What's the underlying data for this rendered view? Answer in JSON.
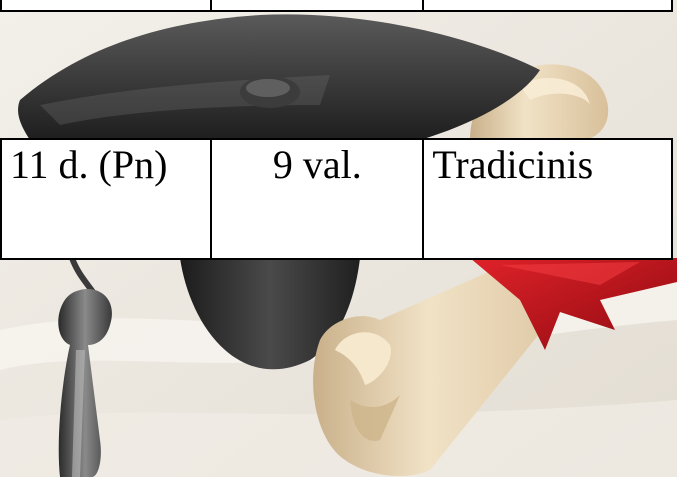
{
  "schedule_rows": [
    {
      "date": "11 d. (Pn)",
      "time": "9 val.",
      "type": "Tradicinis"
    }
  ],
  "colors": {
    "background": "#ece8e2",
    "cap": "#2b2b2b",
    "scroll": "#e9d6b5",
    "ribbon": "#c8101a",
    "table_border": "#000000"
  }
}
